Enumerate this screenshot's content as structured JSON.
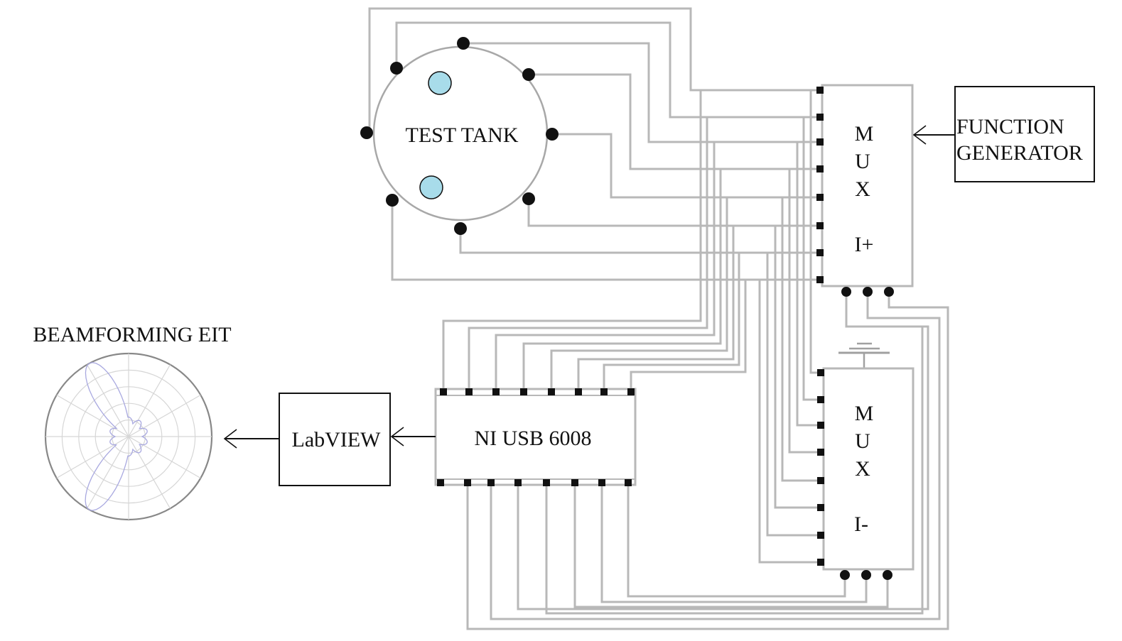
{
  "diagram": {
    "title": "EIT beamforming measurement system",
    "blocks": {
      "test_tank": {
        "label": "TEST TANK",
        "electrode_count": 8,
        "inclusion_count": 2
      },
      "mux_top": {
        "label_letters": [
          "M",
          "U",
          "X"
        ],
        "role": "I+"
      },
      "mux_bottom": {
        "label_letters": [
          "M",
          "U",
          "X"
        ],
        "role": "I-"
      },
      "function_generator": {
        "line1": "FUNCTION",
        "line2": "GENERATOR"
      },
      "daq": {
        "label": "NI USB 6008"
      },
      "labview": {
        "label": "LabVIEW"
      },
      "beamforming": {
        "label": "BEAMFORMING EIT"
      }
    },
    "connections": [
      {
        "from": "function_generator",
        "to": "mux_top",
        "type": "arrow"
      },
      {
        "from": "test_tank",
        "to": "mux_top",
        "type": "wire-bus",
        "count": 8
      },
      {
        "from": "test_tank",
        "to": "mux_bottom",
        "type": "wire-bus",
        "count": 8
      },
      {
        "from": "test_tank",
        "to": "daq",
        "type": "wire-bus",
        "count": 8
      },
      {
        "from": "mux_top",
        "to": "daq",
        "type": "control-lines",
        "count": 3
      },
      {
        "from": "mux_bottom",
        "to": "daq",
        "type": "control-lines",
        "count": 3
      },
      {
        "from": "mux_bottom",
        "to": "ground",
        "type": "wire"
      },
      {
        "from": "daq",
        "to": "labview",
        "type": "arrow"
      },
      {
        "from": "labview",
        "to": "beamforming",
        "type": "arrow"
      }
    ],
    "colors": {
      "wire": "#b8b8b8",
      "pin": "#111111",
      "inclusion": "#a8dcea",
      "polar_grid": "#d6d6d6",
      "polar_trace": "#a9a9e0"
    }
  }
}
